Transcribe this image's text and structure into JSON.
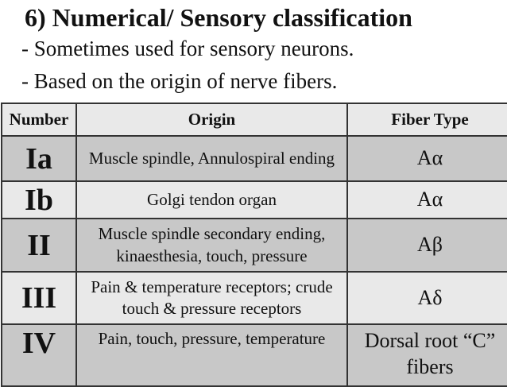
{
  "slide": {
    "title": "6) Numerical/ Sensory classification",
    "bullets": [
      "- Sometimes used for sensory neurons.",
      "- Based on the origin of nerve fibers."
    ]
  },
  "table": {
    "headers": [
      "Number",
      "Origin",
      "Fiber Type"
    ],
    "rows": [
      {
        "number": "Ia",
        "origin": "Muscle spindle, Annulospiral ending",
        "fiber": "Aα"
      },
      {
        "number": "Ib",
        "origin": "Golgi tendon organ",
        "fiber": "Aα"
      },
      {
        "number": "II",
        "origin": "Muscle spindle secondary ending, kinaesthesia, touch, pressure",
        "fiber": "Aβ"
      },
      {
        "number": "III",
        "origin": "Pain & temperature receptors; crude touch & pressure receptors",
        "fiber": "Aδ"
      },
      {
        "number": "IV",
        "origin": "Pain, touch, pressure, temperature",
        "fiber": "Dorsal root “C” fibers"
      }
    ],
    "colors": {
      "light_shade": "#e9e9e9",
      "dark_shade": "#c8c8c8",
      "border": "#333333"
    }
  }
}
